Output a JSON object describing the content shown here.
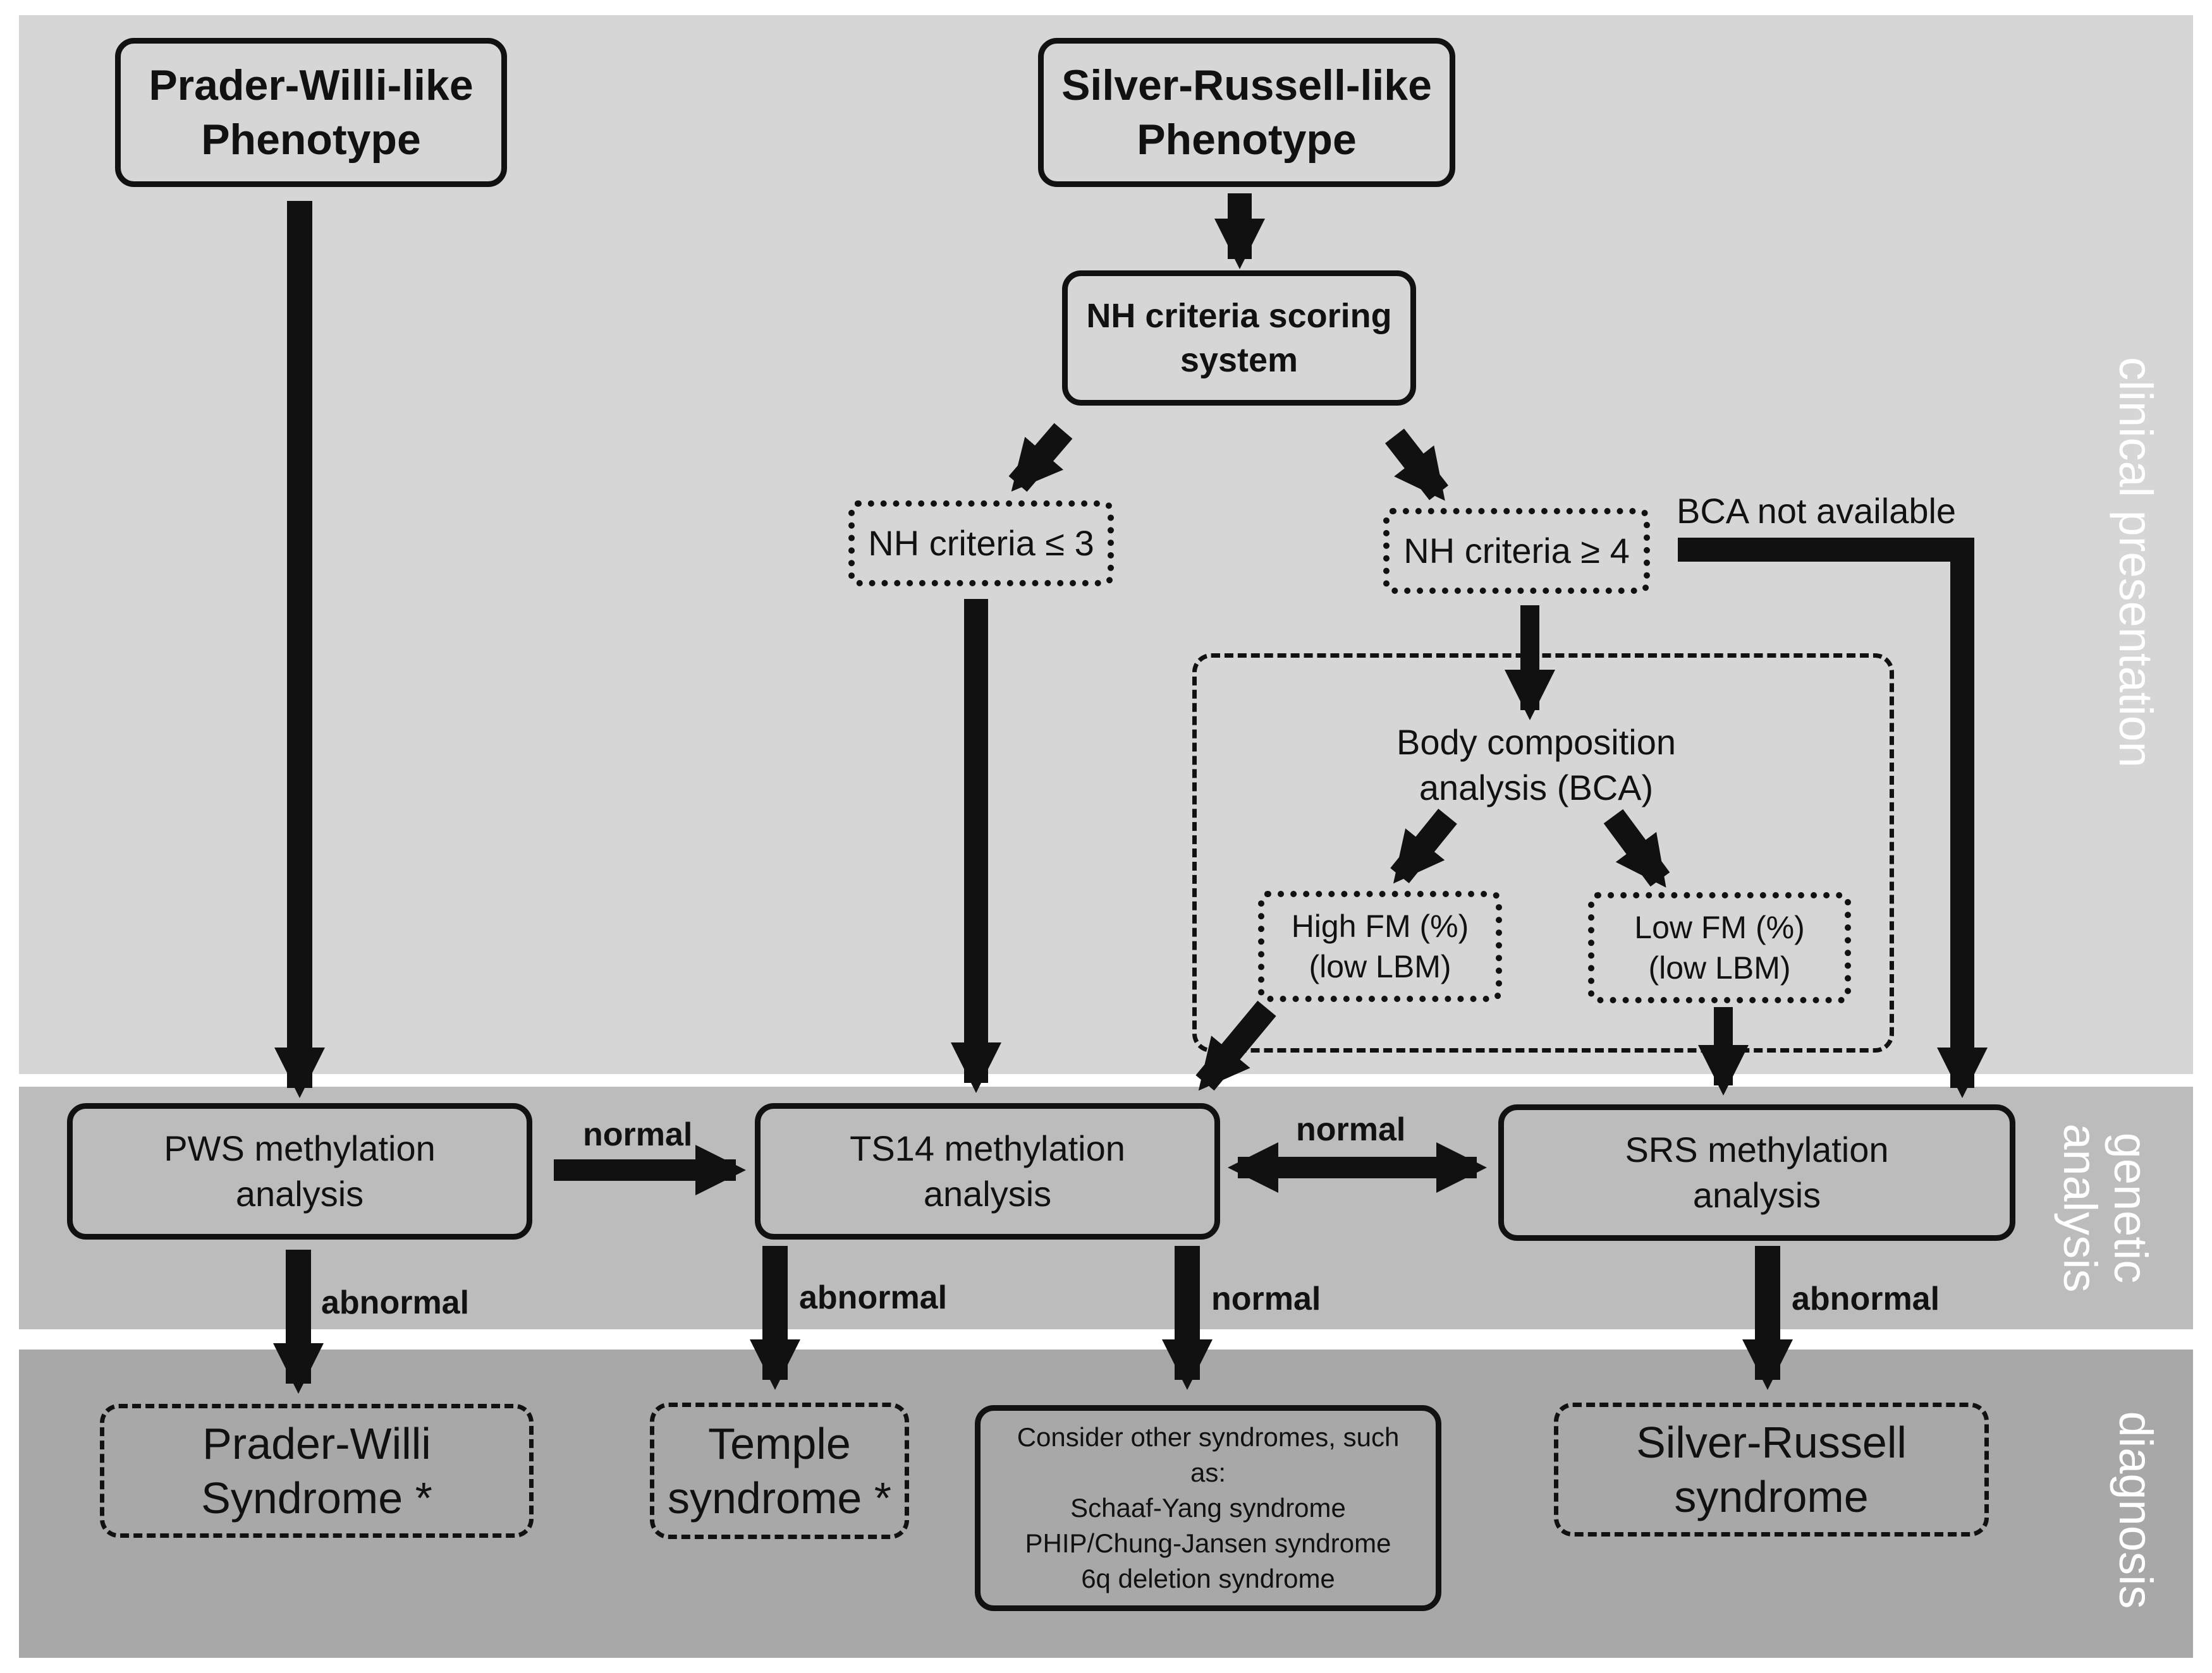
{
  "bands": {
    "clinical": "clinical presentation",
    "genetic_line1": "genetic",
    "genetic_line2": "analysis",
    "diagnosis": "diagnosis"
  },
  "nodes": {
    "pwl_line1": "Prader-Willi-like",
    "pwl_line2": "Phenotype",
    "srl_line1": "Silver-Russell-like",
    "srl_line2": "Phenotype",
    "nh_line1": "NH criteria scoring",
    "nh_line2": "system",
    "nh_le3": "NH criteria ≤ 3",
    "nh_ge4": "NH criteria ≥ 4",
    "bca_line1": "Body composition",
    "bca_line2": "analysis (BCA)",
    "high_line1": "High FM (%)",
    "high_line2": "(low LBM)",
    "low_line1": "Low FM (%)",
    "low_line2": "(low LBM)",
    "pws_line1": "PWS methylation",
    "pws_line2": "analysis",
    "ts14_line1": "TS14 methylation",
    "ts14_line2": "analysis",
    "srs_line1": "SRS methylation",
    "srs_line2": "analysis",
    "pw_syn_line1": "Prader-Willi",
    "pw_syn_line2": "Syndrome *",
    "temple_line1": "Temple",
    "temple_line2": "syndrome *",
    "consider_line1": "Consider other syndromes, such",
    "consider_line2": "as:",
    "consider_line3": "Schaaf-Yang syndrome",
    "consider_line4": "PHIP/Chung-Jansen syndrome",
    "consider_line5": "6q deletion syndrome",
    "sr_syn_line1": "Silver-Russell",
    "sr_syn_line2": "syndrome"
  },
  "edge_labels": {
    "bca_na": "BCA not available",
    "normal_pws_ts14": "normal",
    "normal_ts14_srs": "normal",
    "abnormal_pws": "abnormal",
    "abnormal_ts14": "abnormal",
    "normal_ts14_down": "normal",
    "abnormal_srs": "abnormal"
  },
  "colors": {
    "clinical_band": "#d6d6d6",
    "genetic_band": "#bcbcbc",
    "diagnosis_band": "#a8a8a8",
    "ink": "#111111",
    "band_text": "#ffffff"
  }
}
